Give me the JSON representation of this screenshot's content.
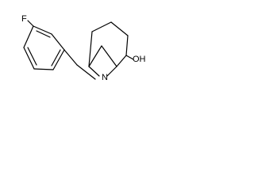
{
  "molecule": {
    "atoms": {
      "fluorine": "F",
      "nitrogen": "N",
      "hydroxyl": "OH"
    }
  },
  "colors": {
    "background": "#ffffff",
    "bond": "#000000",
    "label": "#000000"
  }
}
